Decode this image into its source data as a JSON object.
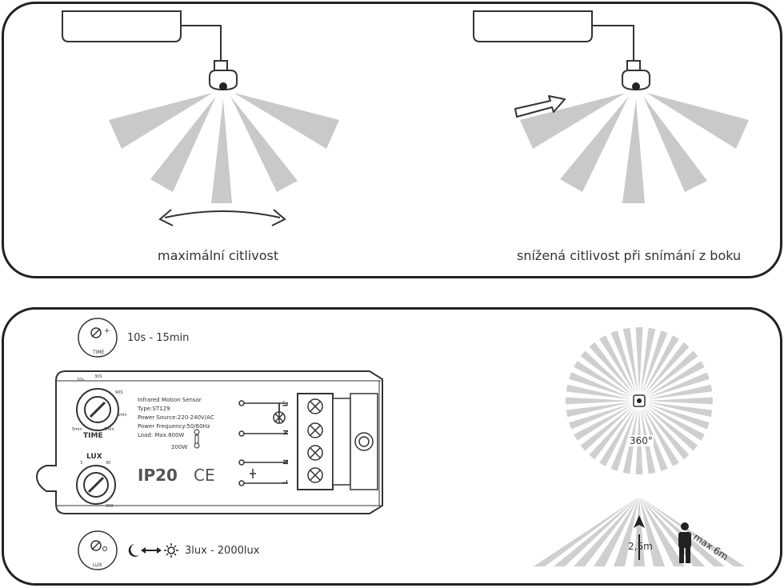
{
  "top_panel": {
    "left_caption": "maximální citlivost",
    "right_caption": "snížená citlivost při snímání z boku"
  },
  "bottom_panel": {
    "time_knob_icon_label": "TIME",
    "time_range": "10s - 15min",
    "lux_knob_icon_label": "LUX",
    "lux_range": "3lux - 2000lux",
    "device": {
      "model_title": "Infrared Motion Sensor",
      "type": "Type:ST129",
      "power_source": "Power Source:220-240V/AC",
      "power_frequency": "Power Frequency:50/60Hz",
      "load": "Load: Max.800W",
      "load_led": "200W",
      "ip_rating": "IP20",
      "ce_mark": "CE",
      "time_dial_label": "TIME",
      "time_ticks": [
        "10s",
        "30S",
        "90S",
        "3min",
        "7min",
        "5min"
      ],
      "lux_dial_label": "LUX",
      "lux_ticks": [
        "3",
        "30",
        "300"
      ],
      "terminals_upper": [
        "L'",
        "N"
      ],
      "terminals_lower": [
        "N",
        "L"
      ]
    },
    "coverage_angle": "360°",
    "height": "2,5m",
    "range": "max 6m"
  }
}
